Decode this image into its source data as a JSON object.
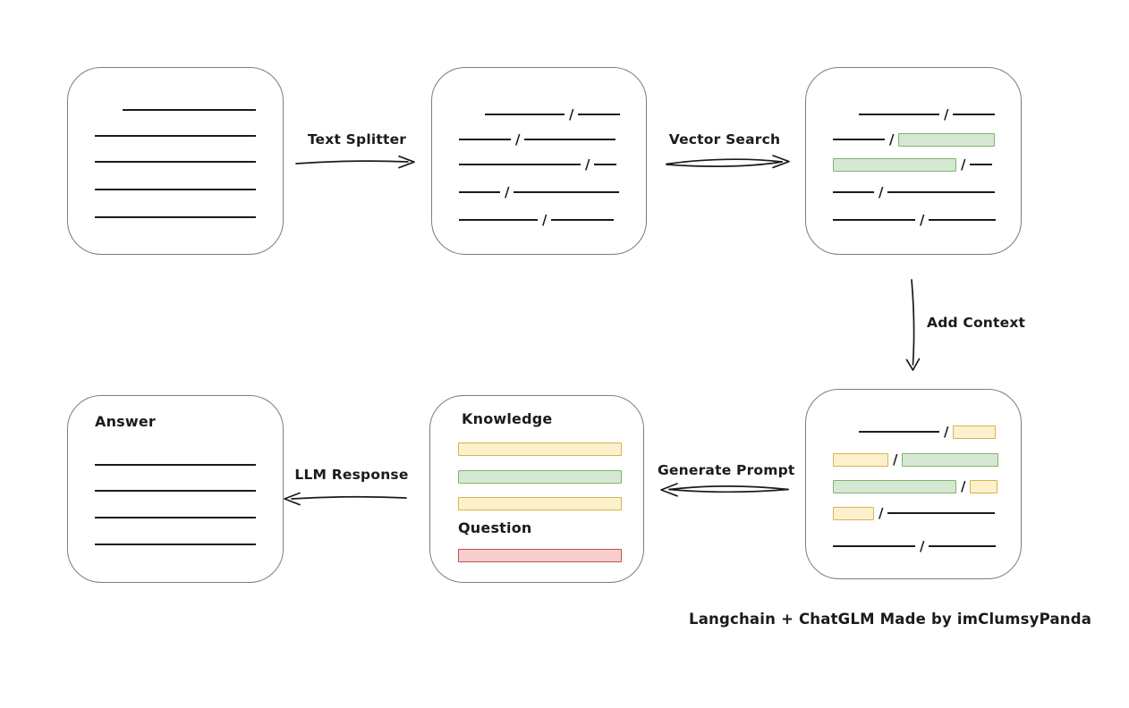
{
  "glyphs": {
    "slash": "/"
  },
  "labels": {
    "text_splitter": "Text Splitter",
    "vector_search": "Vector Search",
    "add_context": "Add Context",
    "generate_prompt": "Generate Prompt",
    "llm_response": "LLM Response"
  },
  "prompt_box": {
    "knowledge_label": "Knowledge",
    "question_label": "Question"
  },
  "answer_box": {
    "label": "Answer"
  },
  "caption": "Langchain + ChatGLM Made by imClumsyPanda",
  "colors": {
    "stroke": "#1b1b1b",
    "box_border": "#7d7d7d",
    "green_fill": "#d5e8d4",
    "green_border": "#82b366",
    "yellow_fill": "#fcf0cd",
    "yellow_border": "#d7b54e",
    "red_fill": "#f8cecc",
    "red_border": "#b85450"
  },
  "diagram": {
    "nodes": [
      {
        "id": "source-document",
        "content": "five plain text lines"
      },
      {
        "id": "split-chunks",
        "content": "five text lines split by slashes"
      },
      {
        "id": "retrieved-chunks",
        "content": "split lines with two chunks highlighted green"
      },
      {
        "id": "context-chunks",
        "content": "split lines with green matches plus yellow context chunks"
      },
      {
        "id": "prompt",
        "sections": [
          "Knowledge",
          "Question"
        ],
        "bars": [
          "yellow",
          "green",
          "yellow",
          "red"
        ]
      },
      {
        "id": "answer",
        "sections": [
          "Answer"
        ],
        "content": "four plain text lines"
      }
    ],
    "edges": [
      {
        "from": "source-document",
        "to": "split-chunks",
        "label": "Text Splitter",
        "direction": "right"
      },
      {
        "from": "split-chunks",
        "to": "retrieved-chunks",
        "label": "Vector Search",
        "direction": "right"
      },
      {
        "from": "retrieved-chunks",
        "to": "context-chunks",
        "label": "Add Context",
        "direction": "down"
      },
      {
        "from": "context-chunks",
        "to": "prompt",
        "label": "Generate Prompt",
        "direction": "left"
      },
      {
        "from": "prompt",
        "to": "answer",
        "label": "LLM Response",
        "direction": "left"
      }
    ]
  }
}
